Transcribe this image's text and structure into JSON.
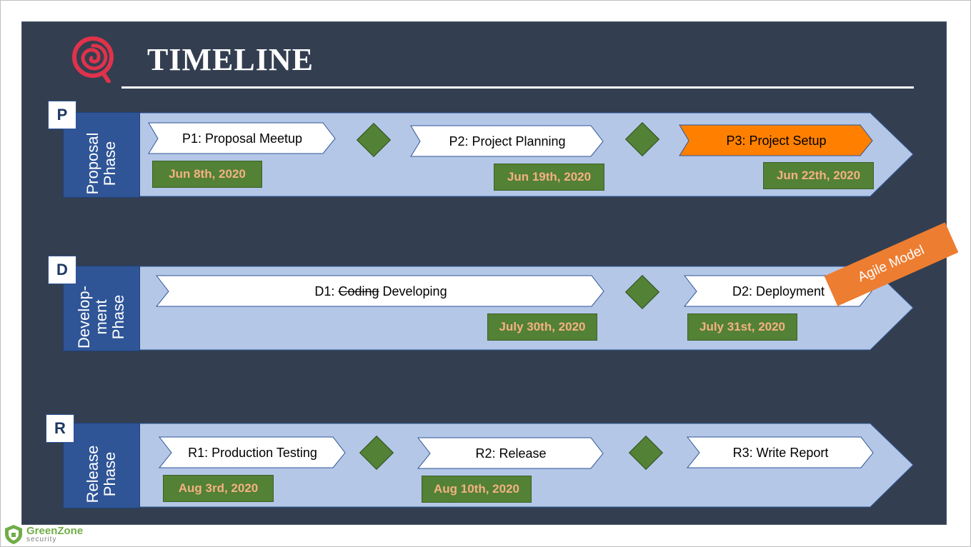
{
  "title": "TIMELINE",
  "agile_label": "Agile Model",
  "footer": {
    "brand": "GreenZone",
    "sub": "security"
  },
  "colors": {
    "slide_bg": "#333f50",
    "arrow_bg": "#b4c7e7",
    "phase_box": "#2f5597",
    "date_bg": "#538135",
    "date_text": "#f4b183",
    "highlight": "#ff8000",
    "agile": "#ed7d31"
  },
  "phases": [
    {
      "letter": "P",
      "label_lines": [
        "Proposal",
        "Phase"
      ],
      "steps": [
        {
          "label": "P1: Proposal Meetup",
          "date": "Jun 8th, 2020"
        },
        {
          "label": "P2: Project Planning",
          "date": "Jun 19th, 2020"
        },
        {
          "label": "P3: Project Setup",
          "date": "Jun 22th, 2020",
          "highlight": true
        }
      ]
    },
    {
      "letter": "D",
      "label_lines": [
        "Develop-",
        "ment",
        "Phase"
      ],
      "steps": [
        {
          "label_prefix": "D1:",
          "label_struck": "Coding",
          "label_rest": "Developing",
          "date": "July 30th, 2020"
        },
        {
          "label": "D2: Deployment",
          "date": "July 31st, 2020"
        }
      ]
    },
    {
      "letter": "R",
      "label_lines": [
        "Release",
        "Phase"
      ],
      "steps": [
        {
          "label": "R1: Production Testing",
          "date": "Aug 3rd, 2020"
        },
        {
          "label": "R2: Release",
          "date": "Aug 10th, 2020"
        },
        {
          "label": "R3: Write Report",
          "date": ""
        }
      ]
    }
  ]
}
